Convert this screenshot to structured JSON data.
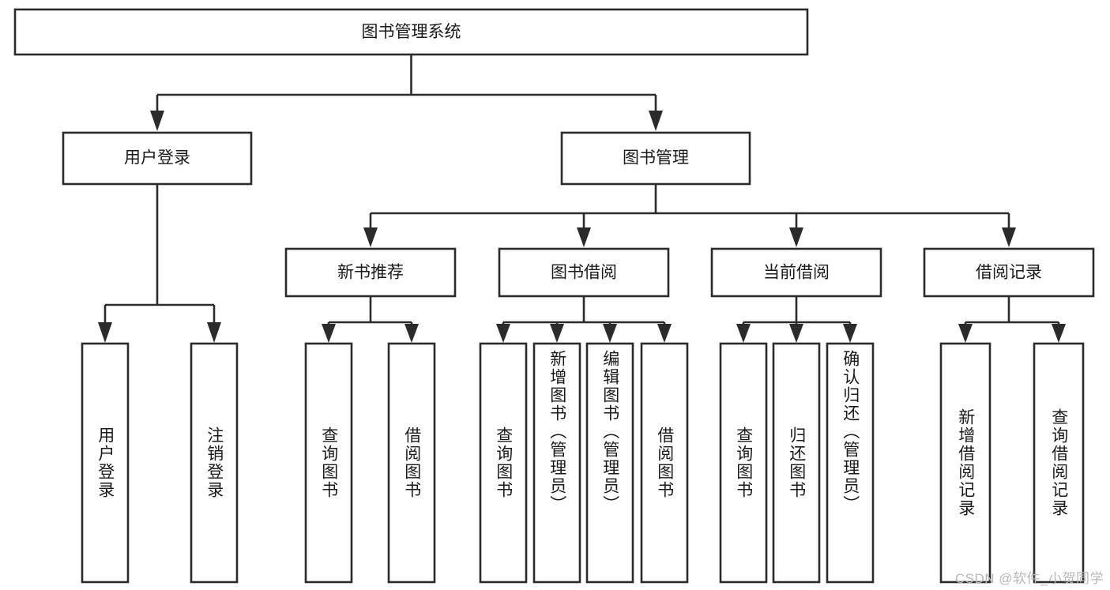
{
  "diagram": {
    "type": "tree-hierarchy",
    "title": "图书管理系统",
    "watermark": "CSDN @软件_小贺同学",
    "colors": {
      "stroke": "#2b2b2b",
      "box_fill": "#ffffff",
      "text": "#1a1a1a",
      "background": "#ffffff",
      "watermark": "#b8b8b8"
    },
    "levels": {
      "root": {
        "label": "图书管理系统"
      },
      "level2": [
        {
          "label": "用户登录"
        },
        {
          "label": "图书管理"
        }
      ],
      "level3": [
        {
          "label": "新书推荐"
        },
        {
          "label": "图书借阅"
        },
        {
          "label": "当前借阅"
        },
        {
          "label": "借阅记录"
        }
      ],
      "leaves": [
        {
          "label": "用户登录",
          "parent": "用户登录"
        },
        {
          "label": "注销登录",
          "parent": "用户登录"
        },
        {
          "label": "查询图书",
          "parent": "新书推荐"
        },
        {
          "label": "借阅图书",
          "parent": "新书推荐"
        },
        {
          "label": "查询图书",
          "parent": "图书借阅"
        },
        {
          "label": "新增图书（管理员）",
          "parent": "图书借阅"
        },
        {
          "label": "编辑图书（管理员）",
          "parent": "图书借阅"
        },
        {
          "label": "借阅图书",
          "parent": "图书借阅"
        },
        {
          "label": "查询图书",
          "parent": "当前借阅"
        },
        {
          "label": "归还图书",
          "parent": "当前借阅"
        },
        {
          "label": "确认归还（管理员）",
          "parent": "当前借阅"
        },
        {
          "label": "新增借阅记录",
          "parent": "借阅记录"
        },
        {
          "label": "查询借阅记录",
          "parent": "借阅记录"
        }
      ]
    }
  }
}
